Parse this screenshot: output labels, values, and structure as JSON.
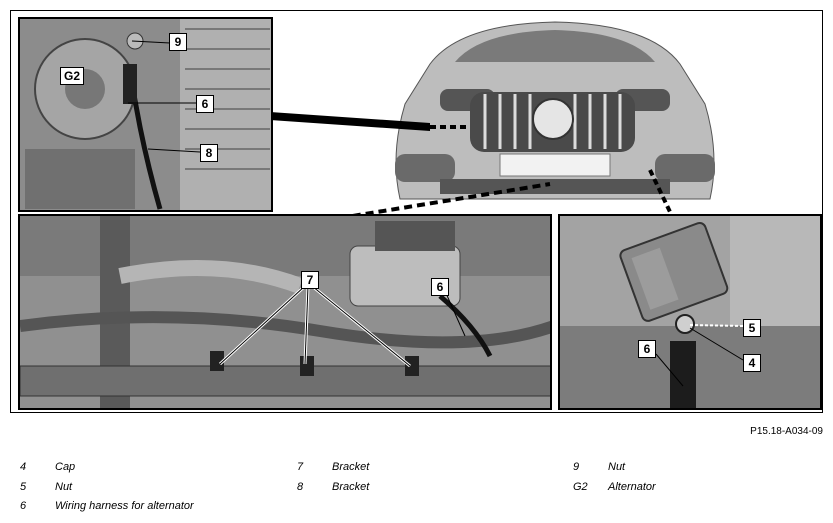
{
  "figure_id": "P15.18-A034-09",
  "callouts": {
    "tl_9": "9",
    "tl_g2": "G2",
    "tl_6": "6",
    "tl_8": "8",
    "bm_7": "7",
    "bm_6": "6",
    "br_5": "5",
    "br_6": "6",
    "br_4": "4"
  },
  "legend": [
    {
      "num": "4",
      "desc": "Cap"
    },
    {
      "num": "5",
      "desc": "Nut"
    },
    {
      "num": "6",
      "desc": "Wiring harness for alternator"
    },
    {
      "num": "7",
      "desc": "Bracket"
    },
    {
      "num": "8",
      "desc": "Bracket"
    },
    {
      "num": "9",
      "desc": "Nut"
    },
    {
      "num": "G2",
      "desc": "Alternator"
    }
  ]
}
